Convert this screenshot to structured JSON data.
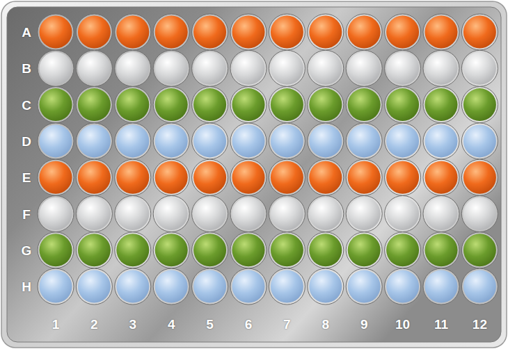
{
  "diagram": {
    "labels": [
      "A",
      "B",
      "C",
      "D",
      "E",
      "F",
      "G",
      "H",
      "1",
      "2",
      "3",
      "4",
      "5",
      "6",
      "7",
      "8",
      "9",
      "10",
      "11",
      "12"
    ]
  }
}
